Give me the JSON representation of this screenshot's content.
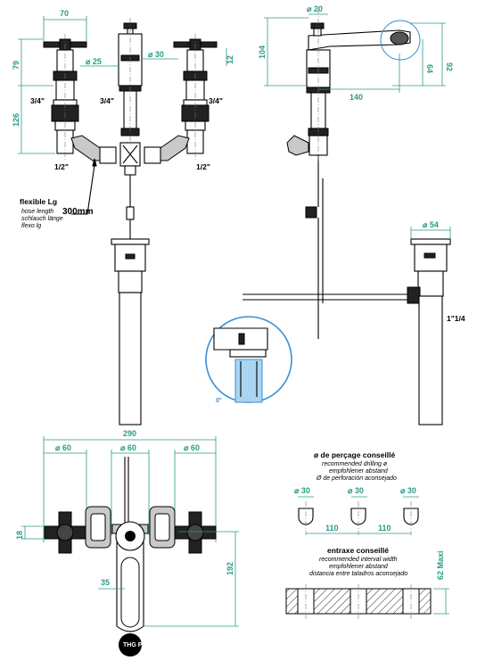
{
  "dimensions": {
    "front_width_70": "70",
    "front_height_79": "79",
    "front_dia_25": "⌀ 25",
    "front_dia_30": "⌀ 30",
    "front_12": "12",
    "front_126": "126",
    "thread_left_upper": "3/4\"",
    "thread_center": "3/4\"",
    "thread_right_upper": "3/4\"",
    "thread_left_lower": "1/2\"",
    "thread_right_lower": "1/2\"",
    "side_dia_20": "⌀ 20",
    "side_104": "104",
    "side_64": "64",
    "side_92": "92",
    "side_140": "140",
    "drain_dia_54": "⌀ 54",
    "drain_thread": "1\"1/4",
    "plan_290": "290",
    "plan_dia_left": "⌀ 60",
    "plan_dia_center": "⌀ 60",
    "plan_dia_right": "⌀ 60",
    "plan_18": "18",
    "plan_35": "35",
    "plan_192": "192",
    "drill_30_a": "⌀ 30",
    "drill_30_b": "⌀ 30",
    "drill_30_c": "⌀ 30",
    "spacing_110_a": "110",
    "spacing_110_b": "110",
    "maxi_62": "62 Maxi"
  },
  "hose": {
    "title": "flexible Lg",
    "length": "300mm",
    "line1": "hose length",
    "line2": "schlauch länge",
    "line3": "flexo lg"
  },
  "drilling": {
    "title": "ø de perçage conseillé",
    "line1": "recommended drilling ø",
    "line2": "empfohlener abstand",
    "line3": "Ø de perforación aconsejado"
  },
  "interval": {
    "title": "entraxe conseillé",
    "line1": "recommended interval width",
    "line2": "empfohlener abstand",
    "line3": "distancia entre taladros aconsejado"
  },
  "detail_angle": "0°",
  "logo_text": "THG PARIS",
  "colors": {
    "dimension": "#2a9b86",
    "detail_ring": "#3a8fd6",
    "detail_fill": "#a9d4f2"
  }
}
